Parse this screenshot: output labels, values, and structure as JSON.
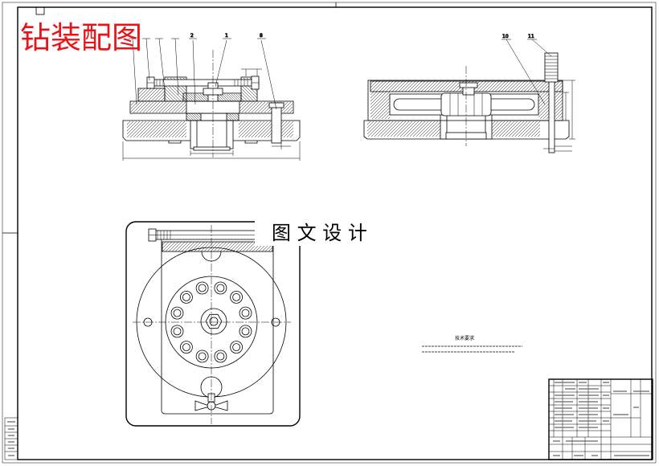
{
  "drawing": {
    "title": "钻装配图",
    "watermark": "图 文 设 计",
    "tech_requirements_heading": "技术要求",
    "leader_labels": {
      "front": [
        "2",
        "1",
        "8"
      ],
      "side": [
        "10",
        "11"
      ]
    }
  },
  "colors": {
    "title": "#e8141a",
    "line": "#000000",
    "paper": "#ffffff"
  }
}
